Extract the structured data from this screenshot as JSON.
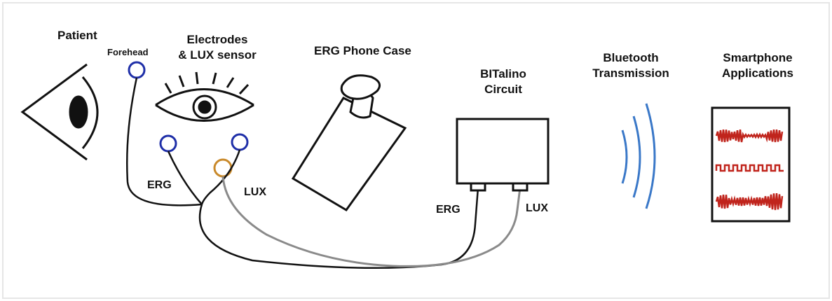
{
  "labels": {
    "patient": "Patient",
    "forehead": "Forehead",
    "electrodes_line1": "Electrodes",
    "electrodes_line2": "& LUX sensor",
    "erg_phone_case": "ERG Phone Case",
    "bitalino_line1": "BITalino",
    "bitalino_line2": "Circuit",
    "bluetooth_line1": "Bluetooth",
    "bluetooth_line2": "Transmission",
    "smartphone_line1": "Smartphone",
    "smartphone_line2": "Applications",
    "erg_wire_left": "ERG",
    "lux_wire_left": "LUX",
    "erg_port": "ERG",
    "lux_port": "LUX"
  },
  "colors": {
    "ink": "#111111",
    "electrode_blue": "#1f2fa8",
    "lux_sensor": "#c9892a",
    "lux_wire": "#8a8a8a",
    "bluetooth_waves": "#3a78c8",
    "signal_red": "#c0241c"
  }
}
